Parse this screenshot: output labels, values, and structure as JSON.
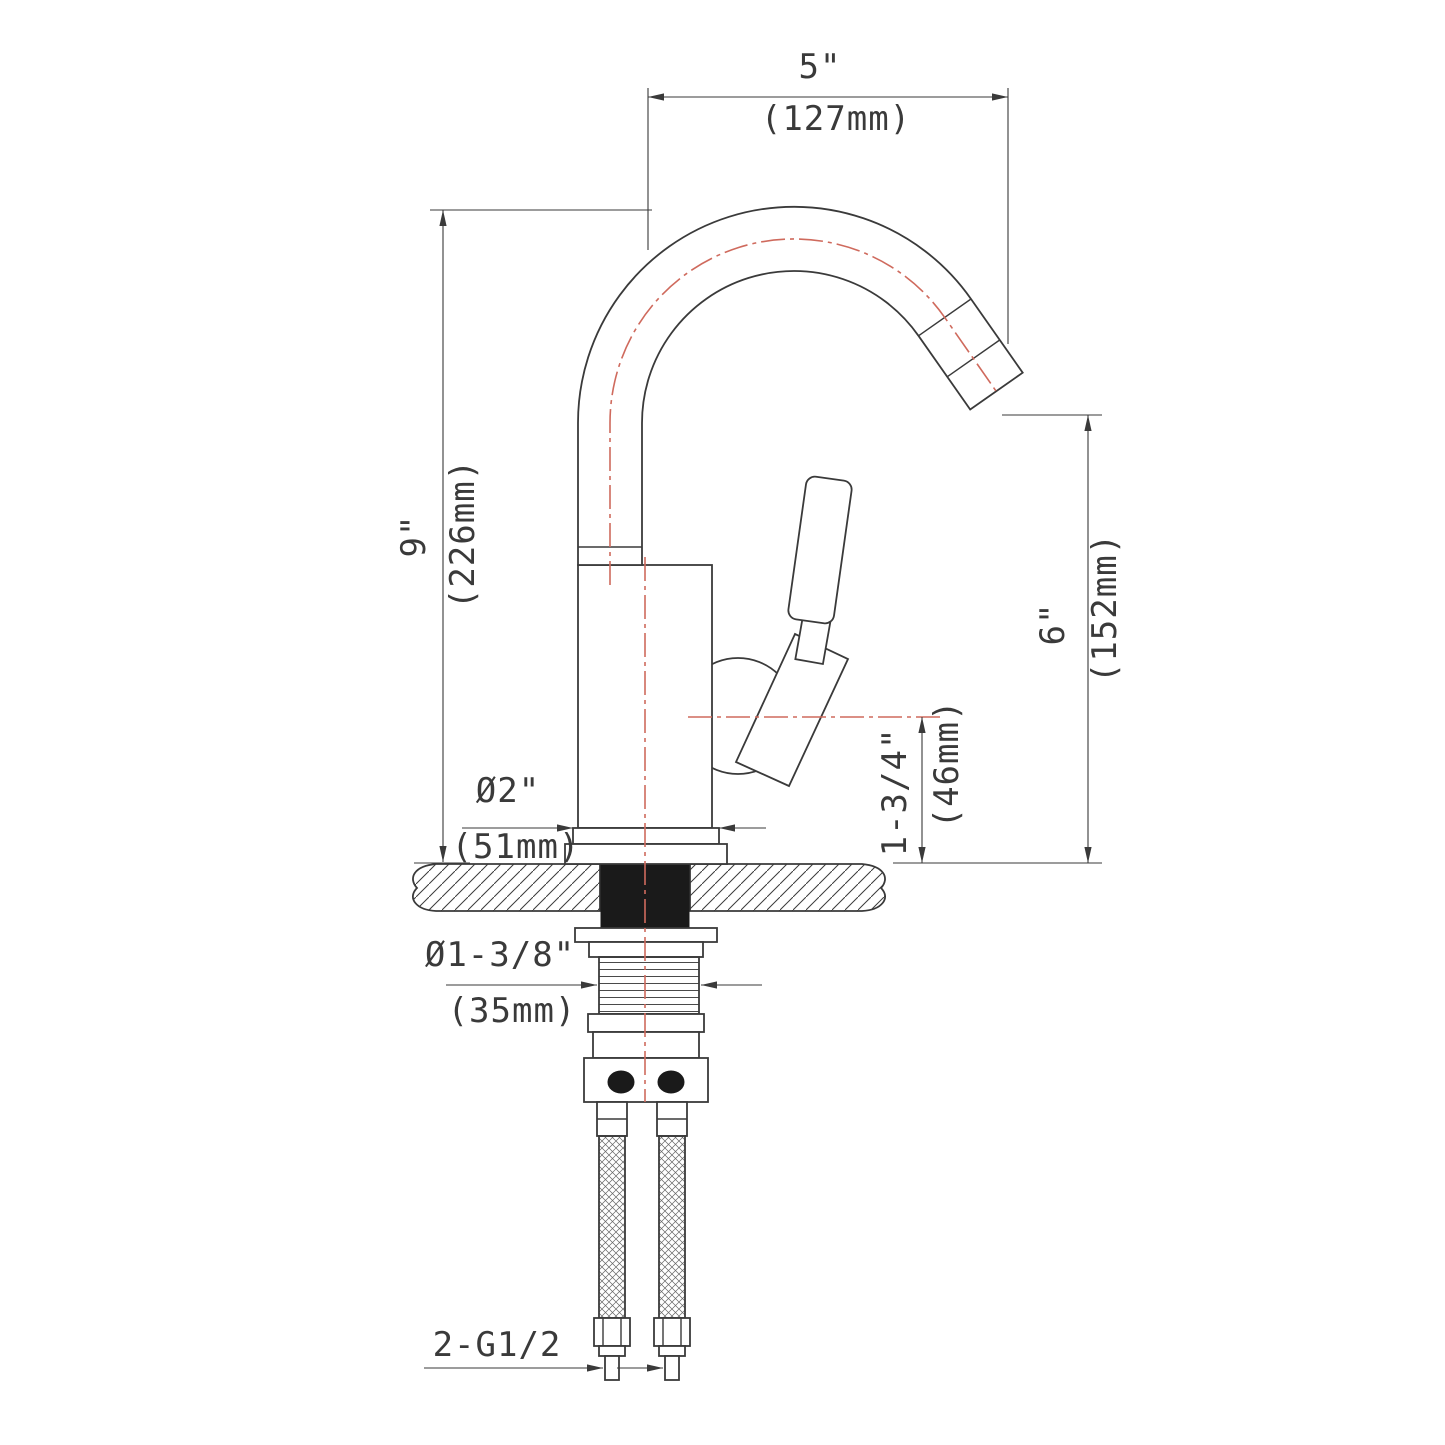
{
  "drawing": {
    "type": "faucet-installation-dimension-drawing",
    "colors": {
      "line": "#3a3a3a",
      "centerline": "#cf6a5d",
      "solid_fill": "#1a1a1a"
    },
    "dimensions": {
      "spout_reach": {
        "inches": "5\"",
        "mm": "(127mm)"
      },
      "overall_height": {
        "inches": "9\"",
        "mm": "(226mm)"
      },
      "spout_height": {
        "inches": "6\"",
        "mm": "(152mm)"
      },
      "handle_center": {
        "inches": "1-3/4\"",
        "mm": "(46mm)"
      },
      "base_diameter": {
        "inches": "Ø2\"",
        "mm": "(51mm)"
      },
      "hole_diameter": {
        "inches": "Ø1-3/8\"",
        "mm": "(35mm)"
      },
      "connection": {
        "label": "2-G1/2"
      }
    }
  }
}
